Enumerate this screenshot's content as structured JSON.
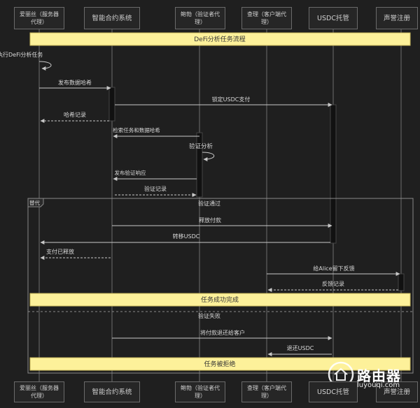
{
  "actors_top": [
    {
      "name": "爱丽丝（服务器代理）"
    },
    {
      "name": "智能合约系统"
    },
    {
      "name": "鲍勃（验证者代理）"
    },
    {
      "name": "查理（客户端代理）"
    },
    {
      "name": "USDC托管"
    },
    {
      "name": "声誉注册"
    }
  ],
  "actors_bottom": [
    {
      "name": "爱丽丝（服务器代理）"
    },
    {
      "name": "智能合约系统"
    },
    {
      "name": "鲍勃（验证者代理）"
    },
    {
      "name": "查理（客户端代理）"
    },
    {
      "name": "USDC托管"
    },
    {
      "name": "声誉注册"
    }
  ],
  "notes": {
    "start": "DeFi分析任务流程",
    "success": "任务成功完成",
    "rejected": "任务被拒绝"
  },
  "alt_block": {
    "keyword": "替代",
    "condition_pass": "验证通过",
    "condition_fail": "验证失败"
  },
  "messages": [
    {
      "id": "self-exec",
      "label": "执行DeFi分析任务",
      "style": "solid"
    },
    {
      "id": "m1",
      "label": "发布数据哈希",
      "style": "solid"
    },
    {
      "id": "m2",
      "label": "锁定USDC支付",
      "style": "solid"
    },
    {
      "id": "m3",
      "label": "哈希记录",
      "style": "dashed"
    },
    {
      "id": "m4",
      "label": "检索任务和数据哈希",
      "style": "solid"
    },
    {
      "id": "self-verify",
      "label": "验证分析",
      "style": "solid"
    },
    {
      "id": "m5",
      "label": "发布验证响应",
      "style": "solid"
    },
    {
      "id": "m6",
      "label": "验证记录",
      "style": "dashed"
    },
    {
      "id": "m7",
      "label": "释放付款",
      "style": "solid"
    },
    {
      "id": "m8",
      "label": "转移USDC",
      "style": "solid"
    },
    {
      "id": "m9",
      "label": "支付已释放",
      "style": "dashed"
    },
    {
      "id": "m10",
      "label": "给Alice留下反馈",
      "style": "solid"
    },
    {
      "id": "m11",
      "label": "反馈记录",
      "style": "dashed"
    },
    {
      "id": "m12",
      "label": "将付款退还给客户",
      "style": "solid"
    },
    {
      "id": "m13",
      "label": "退还USDC",
      "style": "solid"
    }
  ],
  "watermark": {
    "title": "路由器",
    "url": "luyouqi.com"
  },
  "colors": {
    "background": "#1f1f1f",
    "note_fill": "#fdf19a",
    "line": "#a8a8a8",
    "activation": "#111111"
  }
}
